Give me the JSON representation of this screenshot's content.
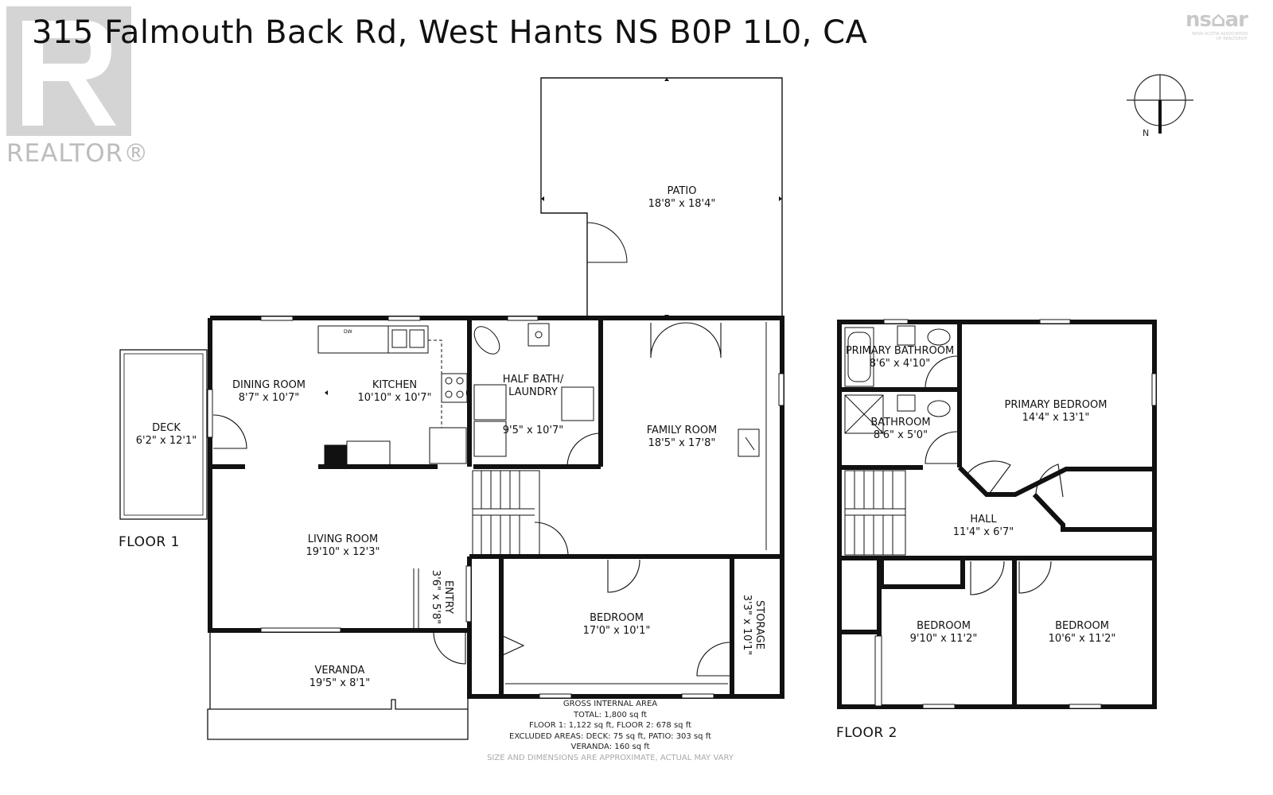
{
  "listing": {
    "address": "315 Falmouth Back Rd, West Hants NS B0P 1L0, CA"
  },
  "logos": {
    "realtor": "REALTOR®",
    "nsar": "ns⌂ar",
    "nsar_sub_1": "NOVA SCOTIA ASSOCIATION",
    "nsar_sub_2": "OF REALTORS®"
  },
  "compass": {
    "icon": "north-arrow-icon",
    "label": "N"
  },
  "floors": [
    {
      "label": "FLOOR 1",
      "rooms": [
        {
          "id": "patio",
          "name": "PATIO",
          "dims": "18'8\" x 18'4\""
        },
        {
          "id": "dining",
          "name": "DINING ROOM",
          "dims": "8'7\" x 10'7\""
        },
        {
          "id": "kitchen",
          "name": "KITCHEN",
          "dims": "10'10\" x 10'7\""
        },
        {
          "id": "halfbath",
          "name": "HALF BATH/\nLAUNDRY",
          "dims": "9'5\" x 10'7\""
        },
        {
          "id": "family",
          "name": "FAMILY ROOM",
          "dims": "18'5\" x 17'8\""
        },
        {
          "id": "deck",
          "name": "DECK",
          "dims": "6'2\" x 12'1\""
        },
        {
          "id": "living",
          "name": "LIVING ROOM",
          "dims": "19'10\" x 12'3\""
        },
        {
          "id": "entry",
          "name": "ENTRY",
          "dims": "3'6\" x 5'8\""
        },
        {
          "id": "bedroom1",
          "name": "BEDROOM",
          "dims": "17'0\" x 10'1\""
        },
        {
          "id": "storage",
          "name": "STORAGE",
          "dims": "3'3\" x 10'1\""
        },
        {
          "id": "veranda",
          "name": "VERANDA",
          "dims": "19'5\" x 8'1\""
        }
      ]
    },
    {
      "label": "FLOOR 2",
      "rooms": [
        {
          "id": "pbath",
          "name": "PRIMARY BATHROOM",
          "dims": "8'6\" x 4'10\""
        },
        {
          "id": "pbed",
          "name": "PRIMARY BEDROOM",
          "dims": "14'4\" x 13'1\""
        },
        {
          "id": "bath",
          "name": "BATHROOM",
          "dims": "8'6\" x 5'0\""
        },
        {
          "id": "hall",
          "name": "HALL",
          "dims": "11'4\" x 6'7\""
        },
        {
          "id": "bed2",
          "name": "BEDROOM",
          "dims": "9'10\" x 11'2\""
        },
        {
          "id": "bed3",
          "name": "BEDROOM",
          "dims": "10'6\" x 11'2\""
        }
      ]
    }
  ],
  "fixtures": {
    "dishwasher": "DW"
  },
  "area_summary": {
    "heading": "GROSS INTERNAL AREA",
    "total": "TOTAL: 1,800 sq ft",
    "floors": "FLOOR 1: 1,122 sq ft, FLOOR 2: 678 sq ft",
    "excluded": "EXCLUDED AREAS: DECK: 75 sq ft, PATIO: 303 sq ft",
    "veranda": "VERANDA: 160 sq ft",
    "disclaimer": "SIZE AND DIMENSIONS ARE APPROXIMATE, ACTUAL MAY VARY"
  }
}
